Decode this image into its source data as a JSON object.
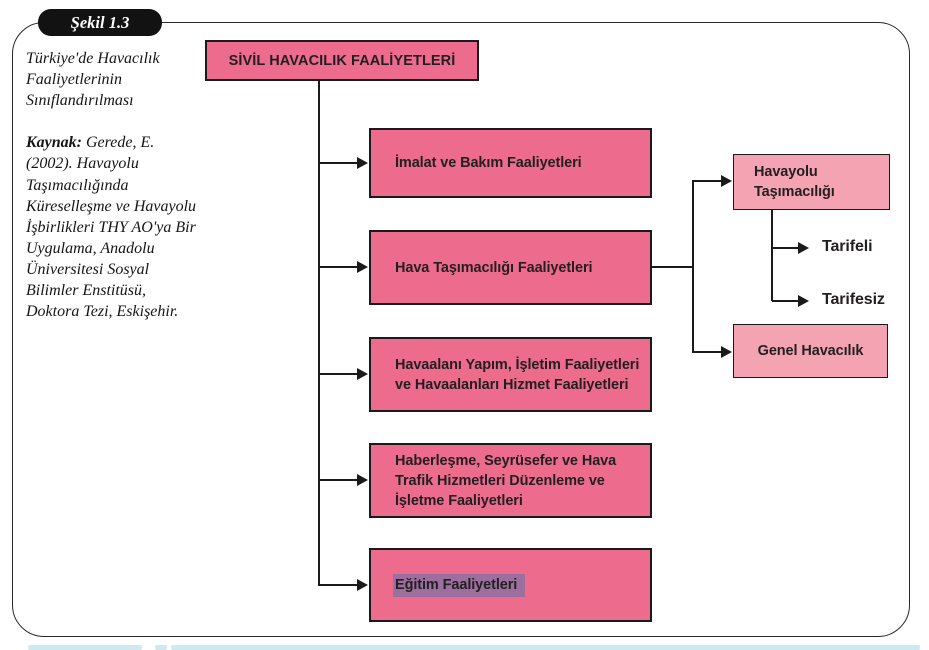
{
  "figure": {
    "label": "Şekil 1.3",
    "caption": "Türkiye'de Havacılık Faaliyetlerinin Sınıflandırılması",
    "source_label": "Kaynak:",
    "source_text": " Gerede, E. (2002). Havayolu Taşımacılığında Küreselleşme ve Havayolu İşbirlikleri THY AO'ya Bir Uygulama, Anadolu Üniversitesi Sosyal Bilimler Enstitüsü, Doktora Tezi, Eskişehir."
  },
  "diagram": {
    "root": "SİVİL HAVACILIK FAALİYETLERİ",
    "branches": [
      "İmalat ve Bakım Faaliyetleri",
      "Hava Taşımacılığı Faaliyetleri",
      "Havaalanı Yapım, İşletim Faaliyetleri\nve Havaalanları Hizmet Faaliyetleri",
      "Haberleşme, Seyrüsefer ve Hava\nTrafik Hizmetleri Düzenleme ve\nİşletme Faaliyetleri",
      "Eğitim Faaliyetleri"
    ],
    "air_transport_children": [
      "Havayolu Taşımacılığı",
      "Genel Havacılık"
    ],
    "airline_children": [
      "Tarifeli",
      "Tarifesiz"
    ],
    "highlighted_node": "Eğitim Faaliyetleri"
  },
  "colors": {
    "node_pink": "#ed6c8d",
    "node_light_pink": "#f3a3b2",
    "line_black": "#1a1a1a",
    "selection_highlight": "#9c6f9e",
    "bottom_strip_blue": "#cde9f2",
    "pill_background": "#121212"
  }
}
